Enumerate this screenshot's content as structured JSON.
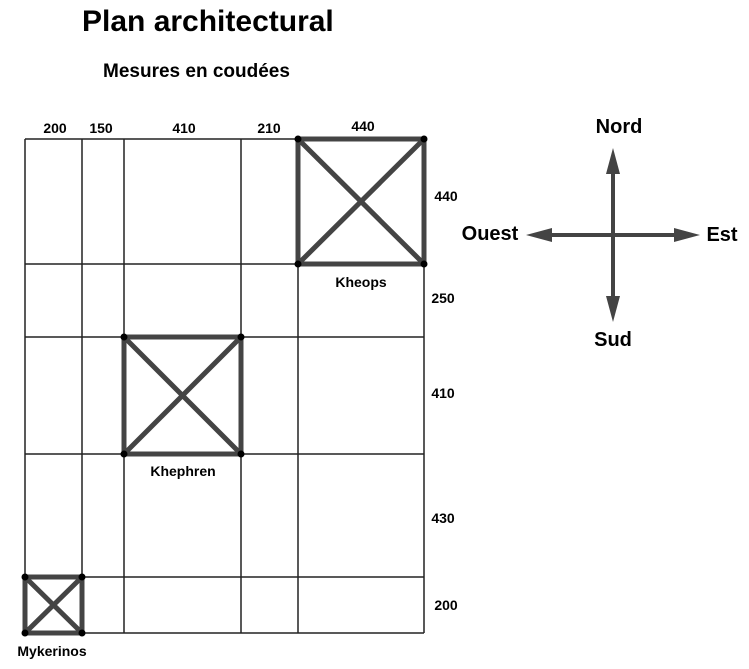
{
  "title": "Plan architectural",
  "subtitle": "Mesures en coudées",
  "columns": [
    "200",
    "150",
    "410",
    "210",
    "440"
  ],
  "rows": [
    "440",
    "250",
    "410",
    "430",
    "200"
  ],
  "pyramids": {
    "kheops": "Kheops",
    "khephren": "Khephren",
    "mykerinos": "Mykerinos"
  },
  "compass": {
    "north": "Nord",
    "south": "Sud",
    "east": "Est",
    "west": "Ouest"
  }
}
